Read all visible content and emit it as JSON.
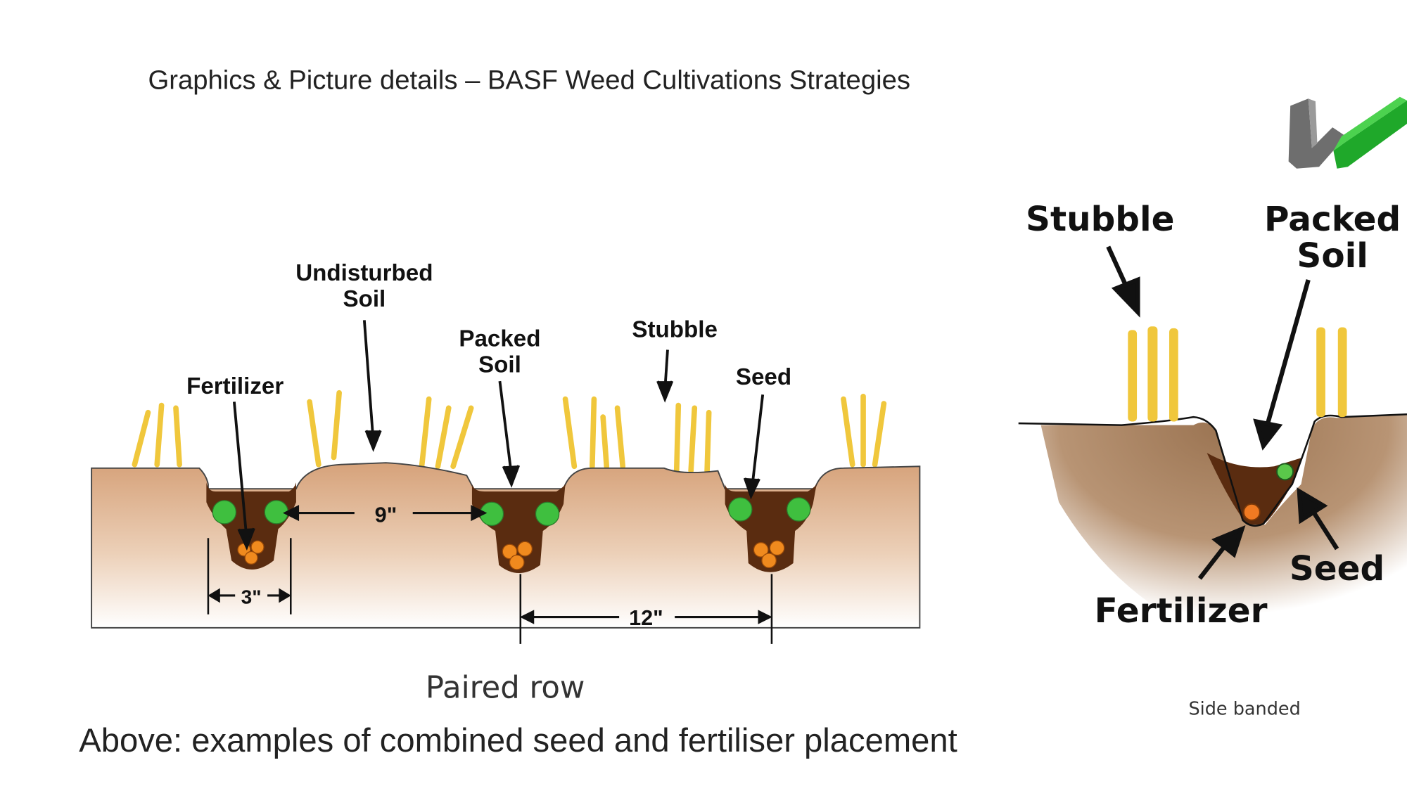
{
  "title": "Graphics & Picture details – BASF Weed Cultivations Strategies",
  "paired_row": {
    "labels": {
      "undisturbed_1": "Undisturbed",
      "undisturbed_2": "Soil",
      "fertilizer": "Fertilizer",
      "packed_1": "Packed",
      "packed_2": "Soil",
      "stubble": "Stubble",
      "seed": "Seed"
    },
    "dimensions": {
      "between_pairs": "9\"",
      "pair_width": "3\"",
      "row_spacing": "12\""
    },
    "caption": "Paired row"
  },
  "side_banded": {
    "labels": {
      "stubble": "Stubble",
      "packed_1": "Packed",
      "packed_2": "Soil",
      "seed": "Seed",
      "fertilizer": "Fertilizer"
    },
    "caption": "Side banded"
  },
  "footer_caption": "Above: examples of combined seed and fertiliser placement",
  "colors": {
    "soil": "#d8a47a",
    "packed_soil": "#5a2c10",
    "seed": "#3fbf3f",
    "fertilizer": "#f08a1e",
    "stubble": "#f0c73c",
    "logo_green": "#1fa82a",
    "logo_gray": "#707070"
  },
  "logo": {
    "icon": "check-logo-icon"
  }
}
